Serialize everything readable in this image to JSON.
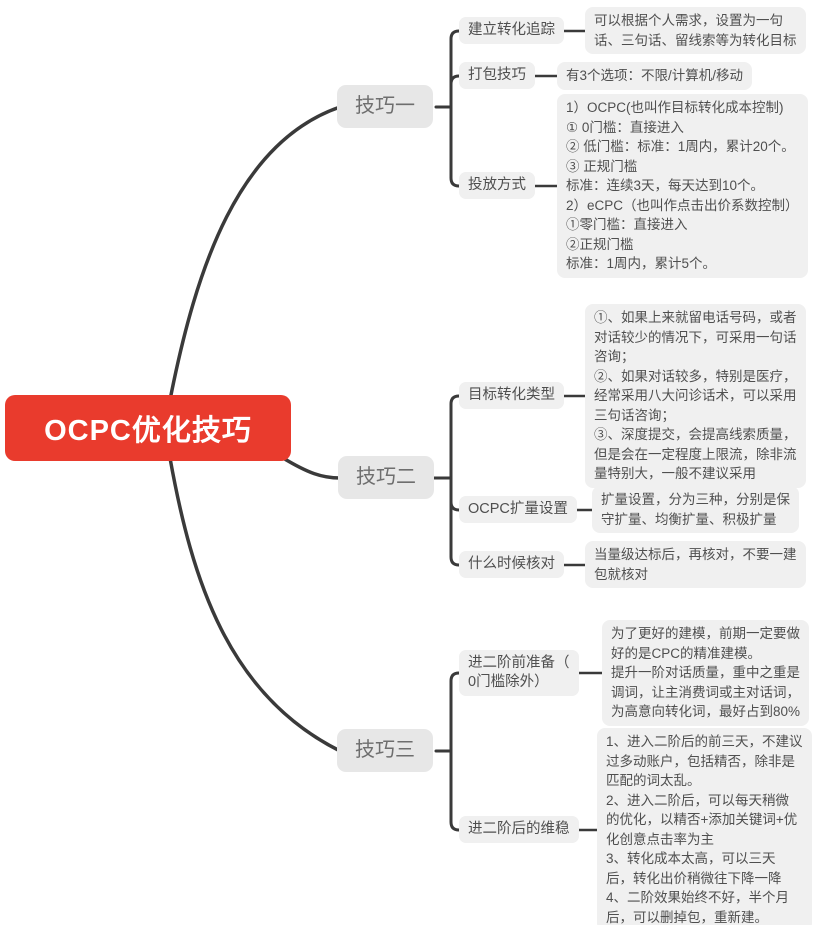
{
  "colors": {
    "root_bg": "#e93b2d",
    "root_text": "#ffffff",
    "branch_bg": "#e7e7e7",
    "branch_text": "#6e6e6e",
    "node_bg": "#f0f0f0",
    "node_text": "#4f4f4f",
    "line": "#3a3a3a"
  },
  "root": {
    "label": "OCPC优化技巧"
  },
  "branches": [
    {
      "label": "技巧一",
      "children": [
        {
          "label": "建立转化追踪",
          "content": "可以根据个人需求，设置为一句\n话、三句话、留线索等为转化目标"
        },
        {
          "label": "打包技巧",
          "content": "有3个选项：不限/计算机/移动"
        },
        {
          "label": "投放方式",
          "content": "1）OCPC(也叫作目标转化成本控制)\n① 0门槛：直接进入\n② 低门槛：标准：1周内，累计20个。\n③ 正规门槛\n标准：连续3天，每天达到10个。\n2）eCPC（也叫作点击出价系数控制）\n①零门槛：直接进入\n②正规门槛\n标准：1周内，累计5个。"
        }
      ]
    },
    {
      "label": "技巧二",
      "children": [
        {
          "label": "目标转化类型",
          "content": "①、如果上来就留电话号码，或者\n对话较少的情况下，可采用一句话\n咨询；\n②、如果对话较多，特别是医疗，\n经常采用八大问诊话术，可以采用\n三句话咨询；\n③、深度提交，会提高线索质量，\n但是会在一定程度上限流，除非流\n量特别大，一般不建议采用"
        },
        {
          "label": "OCPC扩量设置",
          "content": "扩量设置，分为三种，分别是保\n守扩量、均衡扩量、积极扩量"
        },
        {
          "label": "什么时候核对",
          "content": "当量级达标后，再核对，不要一建\n包就核对"
        }
      ]
    },
    {
      "label": "技巧三",
      "children": [
        {
          "label": "进二阶前准备（\n0门槛除外）",
          "content": "为了更好的建模，前期一定要做\n好的是CPC的精准建模。\n提升一阶对话质量，重中之重是\n调词，让主消费词或主对话词，\n为高意向转化词，最好占到80%"
        },
        {
          "label": "进二阶后的维稳",
          "content": "1、进入二阶后的前三天，不建议\n过多动账户，包括精否，除非是\n匹配的词太乱。\n2、进入二阶后，可以每天稍微\n的优化，以精否+添加关键词+优\n化创意点击率为主\n3、转化成本太高，可以三天\n后，转化出价稍微往下降一降\n4、二阶效果始终不好，半个月\n后，可以删掉包，重新建。"
        }
      ]
    }
  ]
}
